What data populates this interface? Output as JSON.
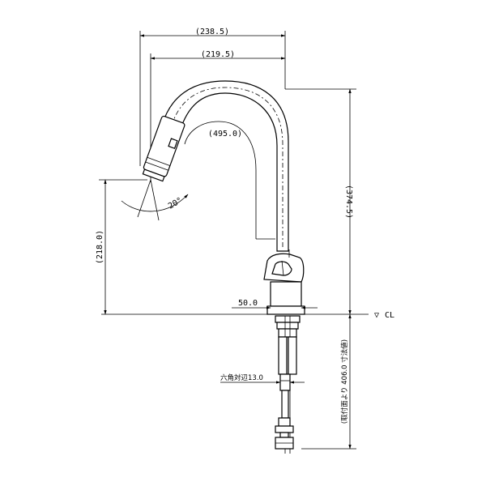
{
  "dimensions": {
    "spout_reach_outer": "(238.5)",
    "spout_reach_inner": "(219.5)",
    "spout_length": "(495.0)",
    "spout_height": "(374.5)",
    "outlet_height": "(218.0)",
    "tilt_angle": "20°",
    "body_diameter": "50.0",
    "hex_label": "六角対辺13.0",
    "hose_length": "(取付面より 406.0 寸法値)"
  },
  "reference": {
    "symbol": "▽",
    "label": "CL"
  }
}
